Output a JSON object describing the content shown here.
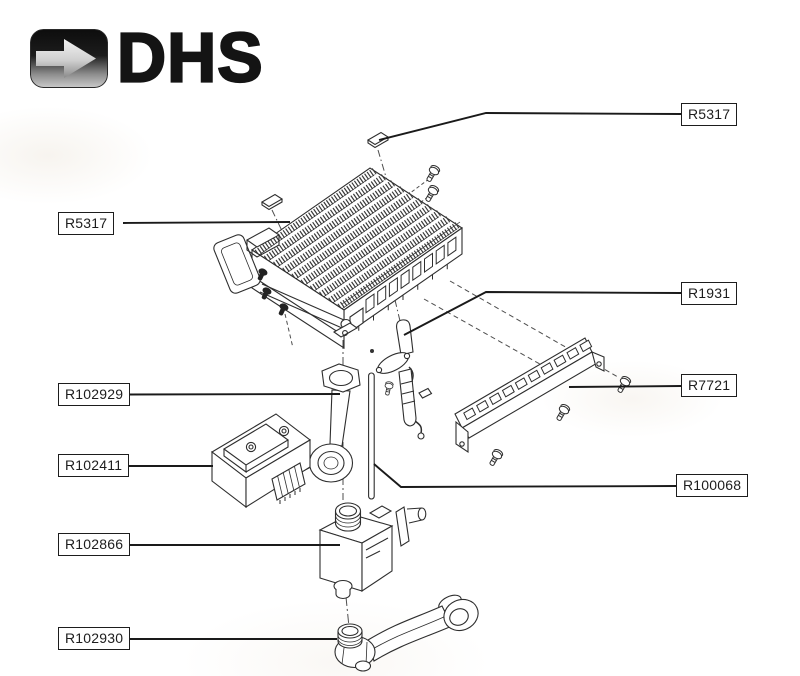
{
  "logo": {
    "text": "DHS",
    "icon": "arrow-right-icon"
  },
  "diagram": {
    "kind": "exploded-parts-diagram"
  },
  "labels": [
    {
      "code": "R5317",
      "side": "right"
    },
    {
      "code": "R5317",
      "side": "left"
    },
    {
      "code": "R1931",
      "side": "right"
    },
    {
      "code": "R7721",
      "side": "right"
    },
    {
      "code": "R100068",
      "side": "right"
    },
    {
      "code": "R102929",
      "side": "left"
    },
    {
      "code": "R102411",
      "side": "left"
    },
    {
      "code": "R102866",
      "side": "left"
    },
    {
      "code": "R102930",
      "side": "left"
    }
  ],
  "colors": {
    "line": "#2e2e2e",
    "leader": "#1a1a1a",
    "label_border": "#1d1d1d",
    "background": "#ffffff",
    "logo_tile_top": "#101010",
    "logo_tile_bottom": "#c4c4c4"
  }
}
